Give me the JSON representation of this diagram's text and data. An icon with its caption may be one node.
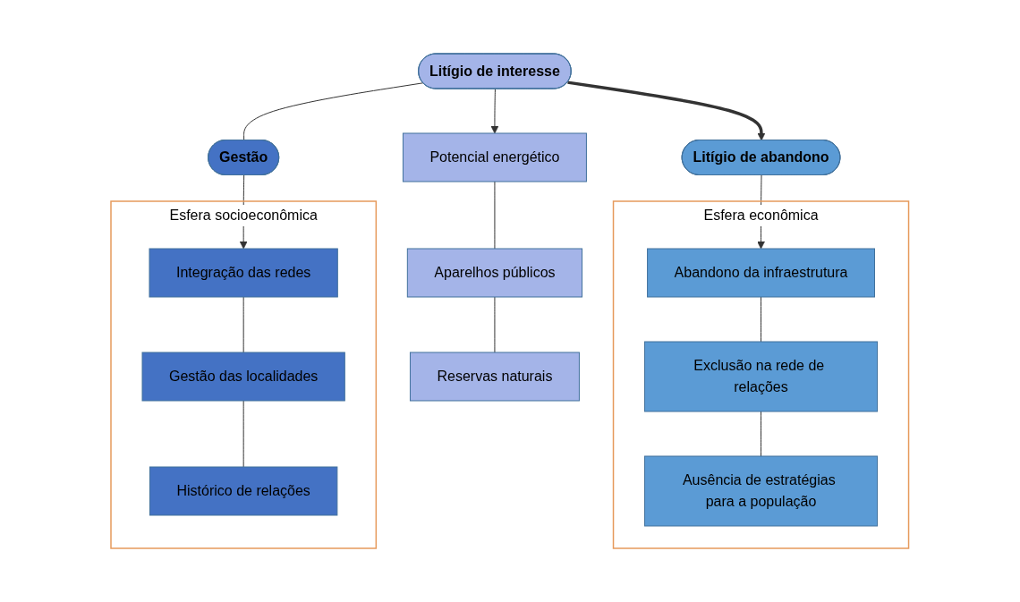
{
  "diagram": {
    "nodes": [
      {
        "text": [
          "Litígio de abandono"
        ]
      },
      {
        "text": [
          "Litígio de interesse"
        ]
      },
      {
        "text": [
          "Gestão"
        ]
      },
      {
        "text": [
          "Esfera econômica"
        ]
      },
      {
        "text": [
          "Abandono da infraestrutura"
        ],
        "in": 3
      },
      {
        "text": [
          "Exclusão na rede de relações"
        ],
        "in": 3
      },
      {
        "text": [
          "Ausência de estratégias para a população"
        ],
        "in": 3
      },
      {
        "text": [
          "Esfera socioeconômica"
        ]
      },
      {
        "text": [
          "Potencial energético"
        ]
      },
      {
        "text": [
          "Aparelhos públicos"
        ]
      },
      {
        "text": [
          "Reservas naturais"
        ]
      },
      {
        "text": [
          "Integração das redes"
        ],
        "in": 7
      },
      {
        "text": [
          "Gestão das localidades"
        ],
        "in": 7
      },
      {
        "text": [
          "Histórico de relações"
        ],
        "in": 7
      }
    ],
    "edges": [
      {
        "from": 1,
        "to": 0,
        "arrow": "to",
        "style": "thick"
      },
      {
        "from": 1,
        "to": 2,
        "arrow": "none"
      },
      {
        "from": 0,
        "to": 4,
        "arrow": "to"
      },
      {
        "from": 1,
        "to": 8,
        "arrow": "to"
      },
      {
        "from": 2,
        "to": 11,
        "arrow": "to"
      },
      {
        "from": 4,
        "to": 5,
        "arrow": "none"
      },
      {
        "from": 5,
        "to": 6,
        "arrow": "none"
      },
      {
        "from": 8,
        "to": 9,
        "arrow": "none"
      },
      {
        "from": 9,
        "to": 10,
        "arrow": "none"
      },
      {
        "from": 11,
        "to": 12,
        "arrow": "none"
      },
      {
        "from": 12,
        "to": 13,
        "arrow": "none"
      }
    ]
  }
}
